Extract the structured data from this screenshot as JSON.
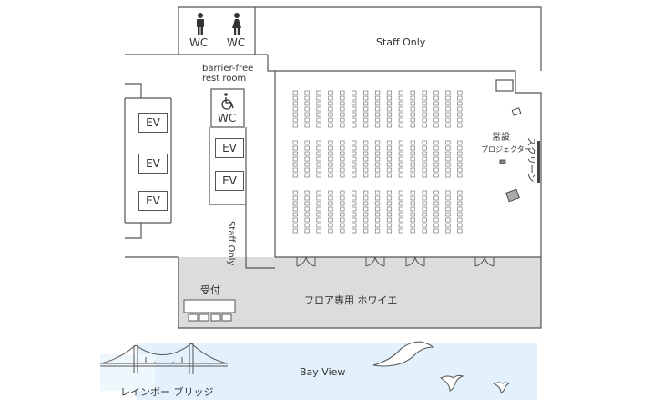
{
  "labels": {
    "wc_male": "WC",
    "wc_female": "WC",
    "staff_only_top": "Staff Only",
    "barrier_free": "barrier-free",
    "rest_room": "rest room",
    "wc_accessible": "WC",
    "ev_left": [
      "EV",
      "EV",
      "EV"
    ],
    "ev_center": [
      "EV",
      "EV"
    ],
    "staff_only_side": "Staff Only",
    "projector_line1": "常設",
    "projector_line2": "プロジェクター",
    "screen": "スクリーン",
    "reception": "受付",
    "foyer": "フロア専用 ホワイエ",
    "bay_view": "Bay View",
    "rainbow_bridge": "レインボー ブリッジ"
  },
  "icons": [
    "male-person-icon",
    "female-person-icon",
    "wheelchair-icon",
    "projector-icon",
    "bridge-icon",
    "seagull-icon"
  ],
  "colors": {
    "wall": "#555555",
    "seat": "#888888",
    "foyer": "#dcdcdc",
    "water": "#dff0fa",
    "text": "#333333"
  }
}
